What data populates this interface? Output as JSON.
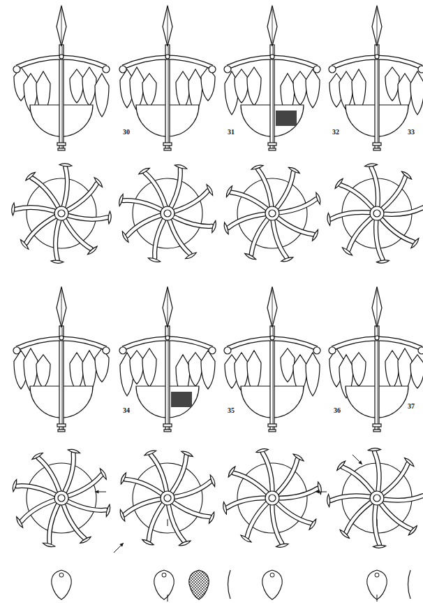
{
  "diagram": {
    "labels": [
      "30",
      "31",
      "32",
      "33",
      "34",
      "35",
      "36",
      "37"
    ]
  }
}
